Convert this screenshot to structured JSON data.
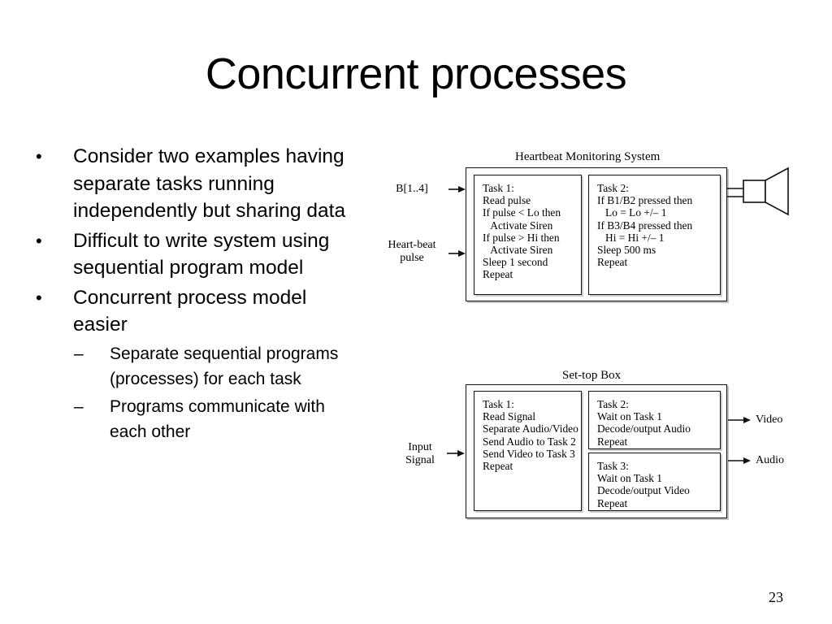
{
  "slide": {
    "title": "Concurrent processes",
    "page_number": "23"
  },
  "bullets": [
    {
      "level": 1,
      "marker": "•",
      "text": "Consider two examples having separate tasks running independently but sharing data"
    },
    {
      "level": 1,
      "marker": "•",
      "text": "Difficult to write system using sequential program model"
    },
    {
      "level": 1,
      "marker": "•",
      "text": "Concurrent process model easier"
    },
    {
      "level": 2,
      "marker": "–",
      "text": "Separate sequential programs (processes) for each task"
    },
    {
      "level": 2,
      "marker": "–",
      "text": "Programs communicate with each other"
    }
  ],
  "diagrams": [
    {
      "id": "heartbeat",
      "title": "Heartbeat Monitoring System",
      "inputs": [
        {
          "label": "B[1..4]"
        },
        {
          "label": "Heart-beat\npulse"
        }
      ],
      "tasks": [
        {
          "name": "task-1",
          "text": "Task 1:\nRead pulse\nIf pulse < Lo then\n   Activate Siren\nIf pulse > Hi then\n   Activate Siren\nSleep 1 second\nRepeat"
        },
        {
          "name": "task-2",
          "text": "Task 2:\nIf B1/B2 pressed then\n   Lo = Lo +/– 1\nIf B3/B4 pressed then\n   Hi = Hi +/– 1\nSleep 500 ms\nRepeat"
        }
      ],
      "outputs": [
        {
          "label": "",
          "icon": "speaker-icon"
        }
      ]
    },
    {
      "id": "settop",
      "title": "Set-top Box",
      "inputs": [
        {
          "label": "Input\nSignal"
        }
      ],
      "tasks": [
        {
          "name": "task-1",
          "text": "Task 1:\nRead Signal\nSeparate Audio/Video\nSend Audio to Task 2\nSend Video to Task 3\nRepeat"
        },
        {
          "name": "task-2",
          "text": "Task 2:\nWait on Task 1\nDecode/output Audio\nRepeat"
        },
        {
          "name": "task-3",
          "text": "Task 3:\nWait on Task 1\nDecode/output Video\nRepeat"
        }
      ],
      "outputs": [
        {
          "label": "Video"
        },
        {
          "label": "Audio"
        }
      ]
    }
  ],
  "colors": {
    "background": "#ffffff",
    "text": "#000000",
    "line": "#111111",
    "shadow": "#808080"
  }
}
